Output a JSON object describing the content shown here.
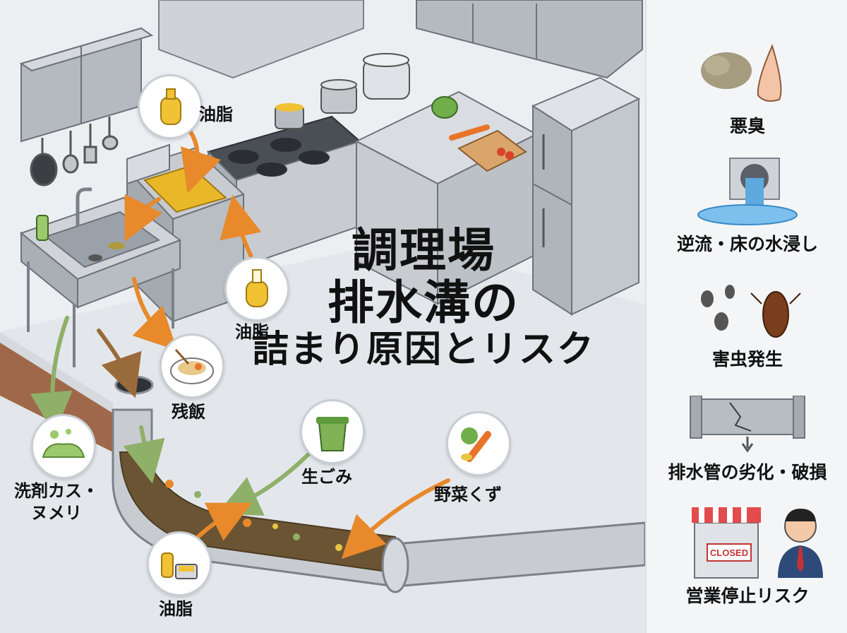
{
  "title": {
    "line1": "調理場",
    "line2": "排水溝の",
    "line3": "詰まり原因とリスク"
  },
  "causes": {
    "oil_top": "油脂",
    "oil_mid": "油脂",
    "leftover_food": "残飯",
    "detergent": "洗剤カス・\nヌメリ",
    "kitchen_waste": "生ごみ",
    "vegetable_scraps": "野菜くず",
    "oil_bottom": "油脂"
  },
  "risks": [
    {
      "label": "悪臭",
      "icon": "smell-icon"
    },
    {
      "label": "逆流・床の水浸し",
      "icon": "backflow-icon"
    },
    {
      "label": "害虫発生",
      "icon": "pest-icon"
    },
    {
      "label": "排水管の劣化・破損",
      "icon": "pipe-damage-icon"
    },
    {
      "label": "営業停止リスク",
      "icon": "closed-shop-icon"
    }
  ],
  "closed_sign": "CLOSED",
  "colors": {
    "arrow_orange": "#e8892b",
    "arrow_green": "#8fb069",
    "arrow_brown": "#9a6b3a",
    "steel": "#c8ccd1",
    "sludge": "#6b5433"
  }
}
